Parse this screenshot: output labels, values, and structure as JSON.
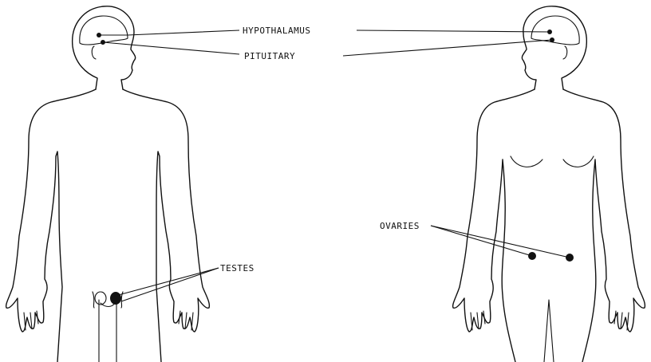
{
  "labels": {
    "hypothalamus": "HYPOTHALAMUS",
    "pituitary": "PITUITARY",
    "testes": "TESTES",
    "ovaries": "OVARIES"
  },
  "colors": {
    "ink": "#111111",
    "background": "#ffffff"
  }
}
